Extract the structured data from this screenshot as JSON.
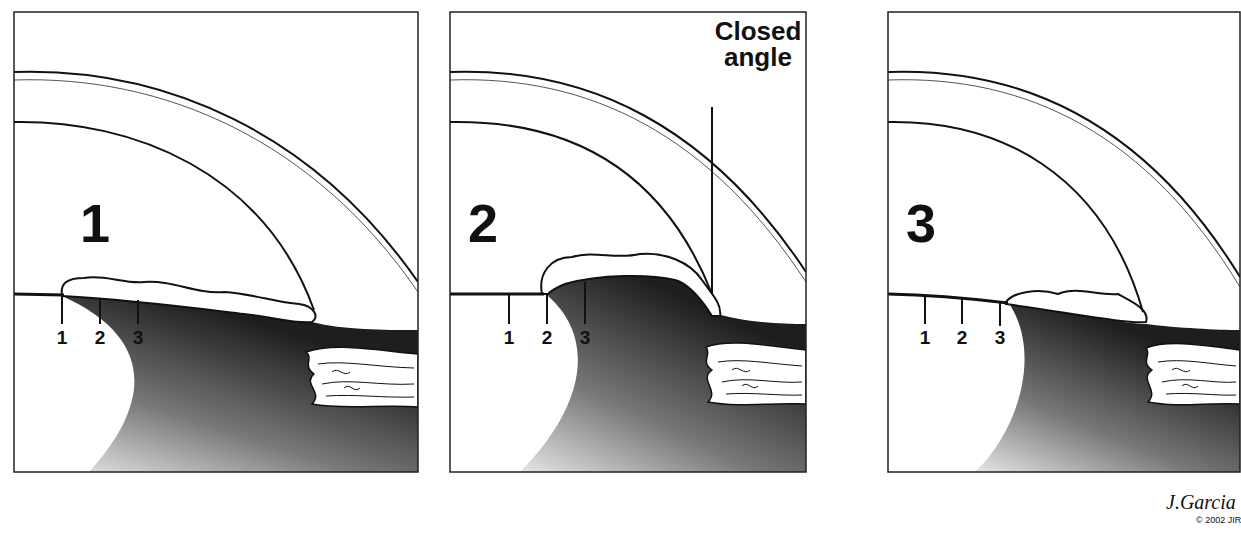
{
  "diagram": {
    "labels": [
      "1",
      "1",
      "2",
      "3",
      "2",
      "Closed angle",
      "1",
      "2",
      "3",
      "3",
      "1",
      "2",
      "3",
      "J.Garcia",
      "© 2002 JIR"
    ]
  }
}
